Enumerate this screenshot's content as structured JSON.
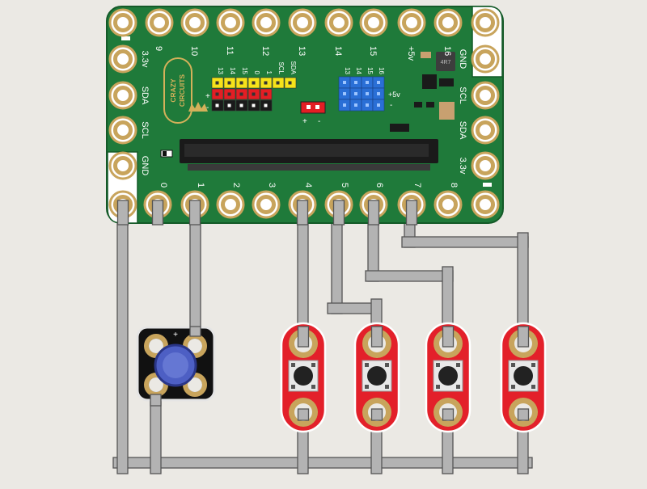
{
  "board": {
    "logo_line1": "CRAZY",
    "logo_line2": "CIRCUITS",
    "top_pins": [
      "9",
      "10",
      "11",
      "12",
      "13",
      "14",
      "15",
      "+5v",
      "16"
    ],
    "bottom_pins": [
      "0",
      "1",
      "2",
      "3",
      "4",
      "5",
      "6",
      "7",
      "8"
    ],
    "left_pins": [
      "3.3v",
      "SDA",
      "SCL",
      "GND"
    ],
    "right_pins": [
      "GND",
      "SCL",
      "SDA",
      "3.3v"
    ],
    "header_left_labels": [
      "13",
      "14",
      "15",
      "0",
      "1",
      "SCL",
      "SDA"
    ],
    "header_right_labels": [
      "13",
      "14",
      "15",
      "16"
    ],
    "header_plus": "+",
    "header_minus": "-",
    "servo_plus": "+",
    "servo_minus": "-",
    "five_v": "+5v",
    "blue_minus": "-",
    "inductor_label": "4R7"
  },
  "led_module": {
    "plus_label": "+"
  },
  "buttons": {
    "count": 4
  },
  "colors": {
    "background": "#ebe9e4",
    "pcb": "#1f7a3a",
    "pad_gold": "#c8a45c",
    "wire_fill": "#b3b3b3",
    "wire_stroke": "#555555",
    "button_board": "#e3202a",
    "led_blue": "#4d5fc4",
    "header_yellow": "#f5e31a",
    "header_red": "#e31e24",
    "header_blue": "#2a6fd6"
  }
}
